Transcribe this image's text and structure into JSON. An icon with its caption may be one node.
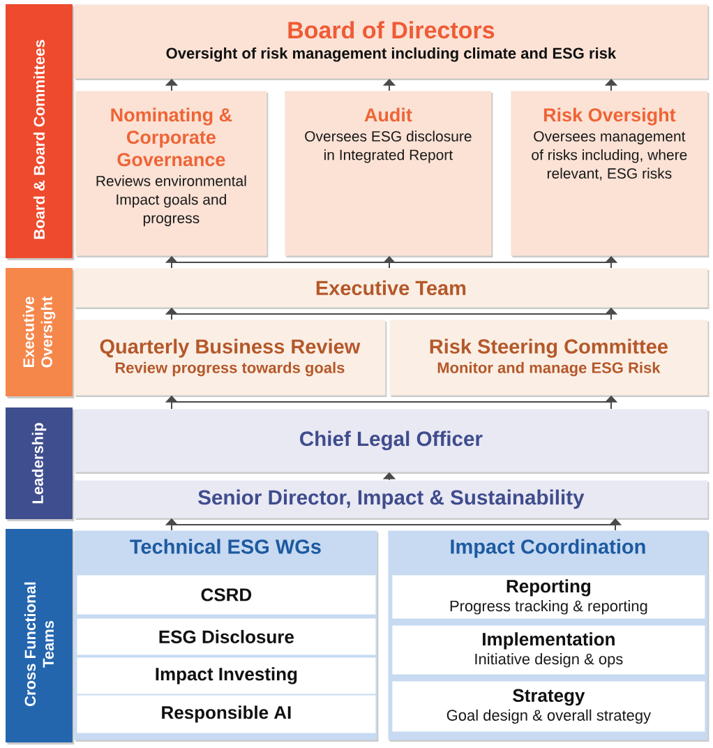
{
  "diagram": {
    "nodes": [
      {
        "text": [
          "Board & Board Committees"
        ]
      },
      {
        "text": [
          "Board of Directors",
          "Oversight of risk management including climate and ESG risk"
        ]
      },
      {
        "text": [
          "Nominating & Corporate Governance",
          "Reviews environmental Impact goals and progress"
        ]
      },
      {
        "text": [
          "Audit",
          "Oversees ESG disclosure in Integrated Report"
        ]
      },
      {
        "text": [
          "Risk Oversight",
          "Oversees management of risks including, where relevant, ESG risks"
        ]
      },
      {
        "text": [
          "Executive Oversight"
        ]
      },
      {
        "text": [
          "Executive Team"
        ]
      },
      {
        "text": [
          "Quarterly Business Review",
          "Review progress towards goals"
        ]
      },
      {
        "text": [
          "Risk Steering Committee",
          "Monitor and manage ESG Risk"
        ]
      },
      {
        "text": [
          "Leadership"
        ]
      },
      {
        "text": [
          "Chief Legal Officer"
        ]
      },
      {
        "text": [
          "Senior Director, Impact & Sustainability"
        ]
      },
      {
        "text": [
          "Cross Functional Teams"
        ]
      },
      {
        "text": [
          "Technical ESG WGs"
        ]
      },
      {
        "text": [
          "CSRD"
        ],
        "in": 13
      },
      {
        "text": [
          "ESG Disclosure"
        ],
        "in": 13
      },
      {
        "text": [
          "Impact Investing"
        ],
        "in": 13
      },
      {
        "text": [
          "Responsible AI"
        ],
        "in": 13
      },
      {
        "text": [
          "Impact Coordination"
        ]
      },
      {
        "text": [
          "Reporting",
          "Progress tracking & reporting"
        ],
        "in": 18
      },
      {
        "text": [
          "Implementation",
          "Initiative design & ops"
        ],
        "in": 18
      },
      {
        "text": [
          "Strategy",
          "Goal design & overall strategy"
        ],
        "in": 18
      }
    ],
    "edges": [
      {
        "from": 2,
        "to": 1,
        "arrow": "to"
      },
      {
        "from": 3,
        "to": 1,
        "arrow": "to"
      },
      {
        "from": 4,
        "to": 1,
        "arrow": "to"
      },
      {
        "from": 6,
        "to": 2,
        "arrow": "to"
      },
      {
        "from": 6,
        "to": 3,
        "arrow": "to"
      },
      {
        "from": 6,
        "to": 4,
        "arrow": "to"
      },
      {
        "from": 7,
        "to": 6,
        "arrow": "to"
      },
      {
        "from": 8,
        "to": 6,
        "arrow": "to"
      },
      {
        "from": 10,
        "to": 7,
        "arrow": "to"
      },
      {
        "from": 10,
        "to": 8,
        "arrow": "to"
      },
      {
        "from": 11,
        "to": 10,
        "arrow": "to"
      },
      {
        "from": 13,
        "to": 11,
        "arrow": "to"
      },
      {
        "from": 18,
        "to": 11,
        "arrow": "to"
      }
    ]
  }
}
